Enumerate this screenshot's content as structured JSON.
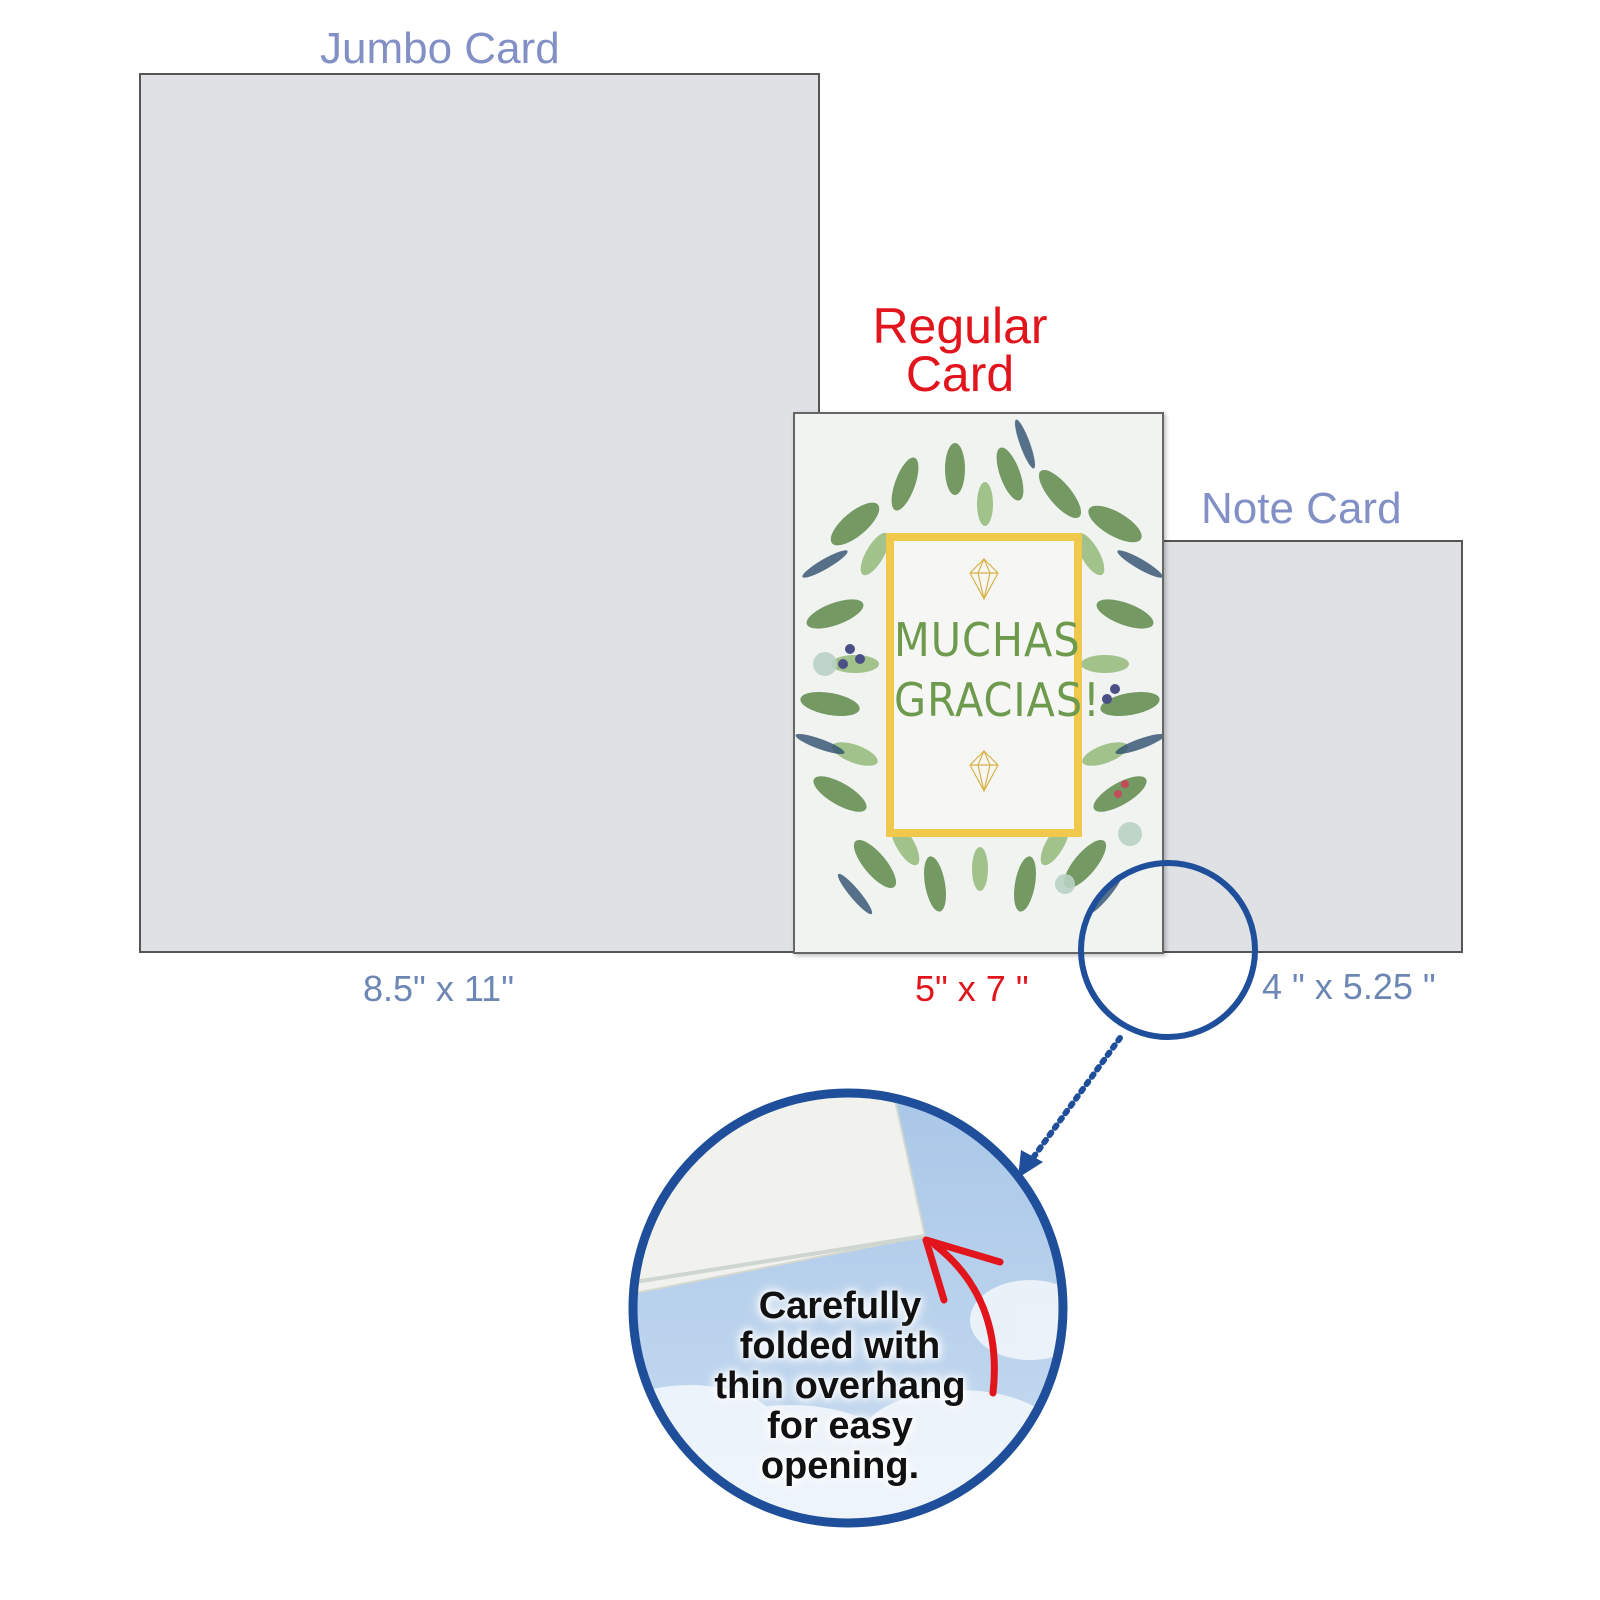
{
  "jumbo": {
    "title": "Jumbo Card",
    "size": "8.5\"   x 11\""
  },
  "regular": {
    "title_line1": "Regular",
    "title_line2": "Card",
    "size": "5\" x 7 \"",
    "greeting_line1": "MUCHAS",
    "greeting_line2": "GRACIAS!"
  },
  "note": {
    "title": "Note Card",
    "size": "4 \" x 5.25 \""
  },
  "callout": {
    "lines": [
      "Carefully",
      "folded with",
      "thin overhang",
      "for easy",
      "opening."
    ]
  },
  "colors": {
    "label_blue": "#8390c6",
    "label_red": "#e2141c",
    "callout_ring": "#1f4f9a",
    "frame_gold": "#f0c84c"
  }
}
